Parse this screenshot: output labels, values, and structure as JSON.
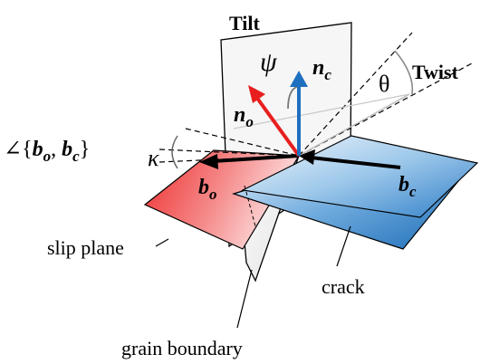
{
  "labels": {
    "tilt": "Tilt",
    "twist": "Twist",
    "psi": "ψ",
    "theta": "θ",
    "kappa": "κ",
    "angle_prefix": "∠{",
    "comma": ", ",
    "close_brace": "}",
    "n_c_base": "n",
    "n_c_sub": "c",
    "n_o_base": "n",
    "n_o_sub": "o",
    "b_o_base": "b",
    "b_o_sub": "o",
    "b_c_base": "b",
    "b_c_sub": "c",
    "slip_plane": "slip plane",
    "crack": "crack",
    "grain_boundary": "grain boundary"
  },
  "colors": {
    "n_c_arrow": "#1f6fc0",
    "n_o_arrow": "#e81e1e",
    "slip_plane_fill": "#ee3a3a",
    "crack_fill": "#3f8fd2",
    "tilt_plane_fill": "#f4f4f4",
    "outline": "#000000"
  }
}
